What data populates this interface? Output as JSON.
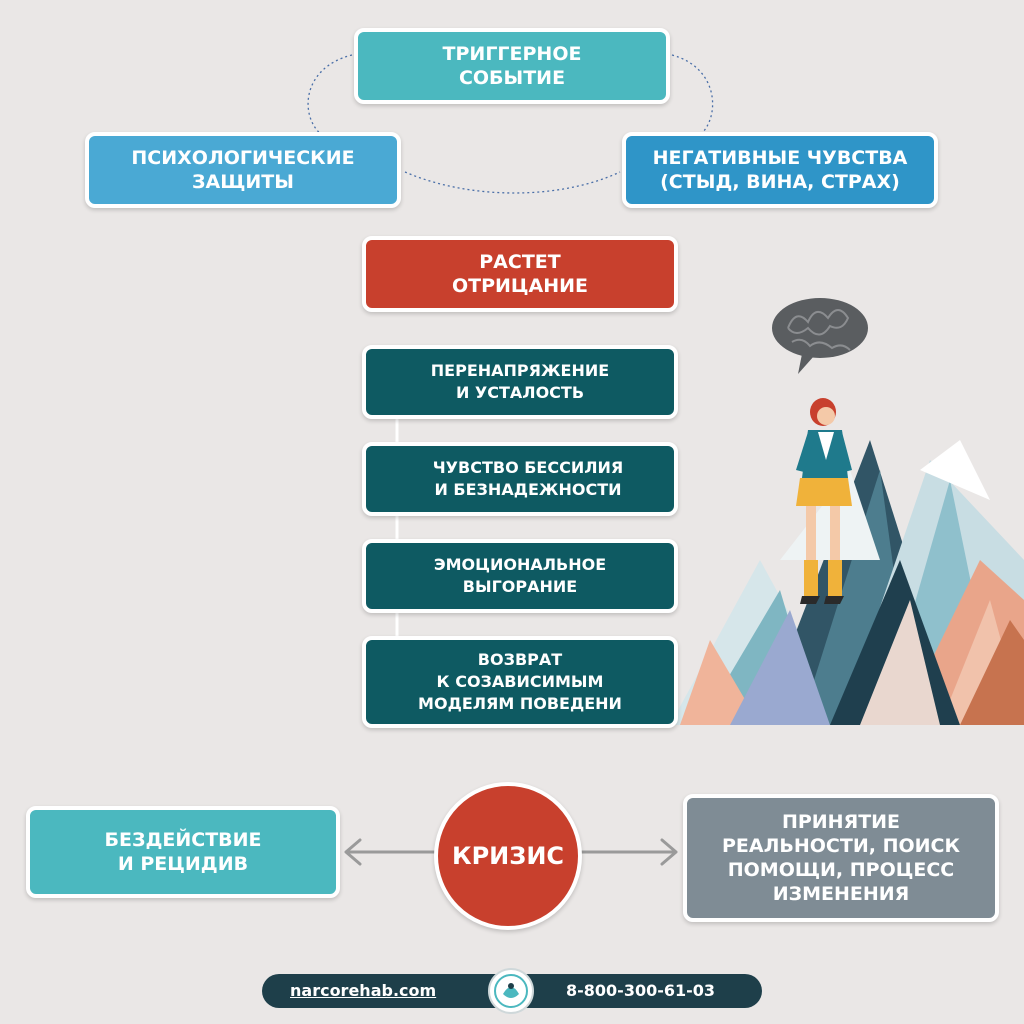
{
  "cycle": {
    "trigger": "ТРИГГЕРНОЕ\nСОБЫТИЕ",
    "defenses": "ПСИХОЛОГИЧЕСКИЕ\nЗАЩИТЫ",
    "feelings": "НЕГАТИВНЫЕ ЧУВСТВА\n(СТЫД, ВИНА, СТРАХ)"
  },
  "denial": "РАСТЕТ\nОТРИЦАНИЕ",
  "steps": [
    "ПЕРЕНАПРЯЖЕНИЕ\nИ УСТАЛОСТЬ",
    "ЧУВСТВО БЕССИЛИЯ\nИ БЕЗНАДЕЖНОСТИ",
    "ЭМОЦИОНАЛЬНОЕ\nВЫГОРАНИЕ",
    "ВОЗВРАТ\nК СОЗАВИСИМЫМ\nМОДЕЛЯМ ПОВЕДЕНИ"
  ],
  "crisis": {
    "center": "КРИЗИС",
    "left": "БЕЗДЕЙСТВИЕ\nИ РЕЦИДИВ",
    "right": "ПРИНЯТИЕ\nРЕАЛЬНОСТИ, ПОИСК\nПОМОЩИ, ПРОЦЕСС\nИЗМЕНЕНИЯ"
  },
  "footer": {
    "website": "narcorehab.com",
    "phone": "8-800-300-61-03"
  },
  "colors": {
    "teal": "#4bb8bf",
    "blue": "#4aa9d4",
    "blue_dark": "#2f95c8",
    "red": "#c8402d",
    "dark_teal": "#0e5a62",
    "gray": "#7f8c95",
    "navy": "#1e3f4a"
  }
}
